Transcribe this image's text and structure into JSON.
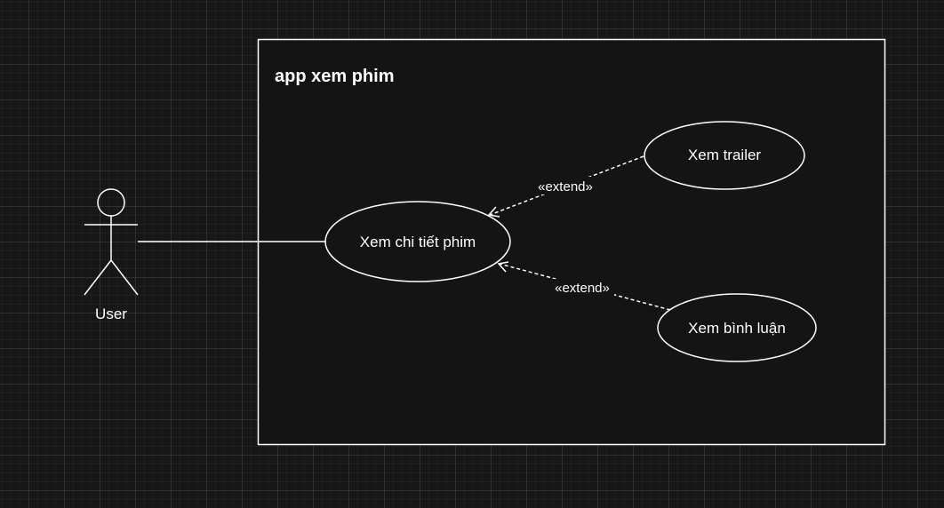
{
  "system": {
    "title": "app xem phim"
  },
  "actor": {
    "label": "User"
  },
  "use_cases": {
    "detail": "Xem chi tiết phim",
    "trailer": "Xem trailer",
    "comments": "Xem bình luận"
  },
  "relations": {
    "extend_trailer": "«extend»",
    "extend_comments": "«extend»"
  },
  "colors": {
    "background": "#171717",
    "system_fill": "#141414",
    "stroke": "#ffffff",
    "text": "#ffffff"
  }
}
